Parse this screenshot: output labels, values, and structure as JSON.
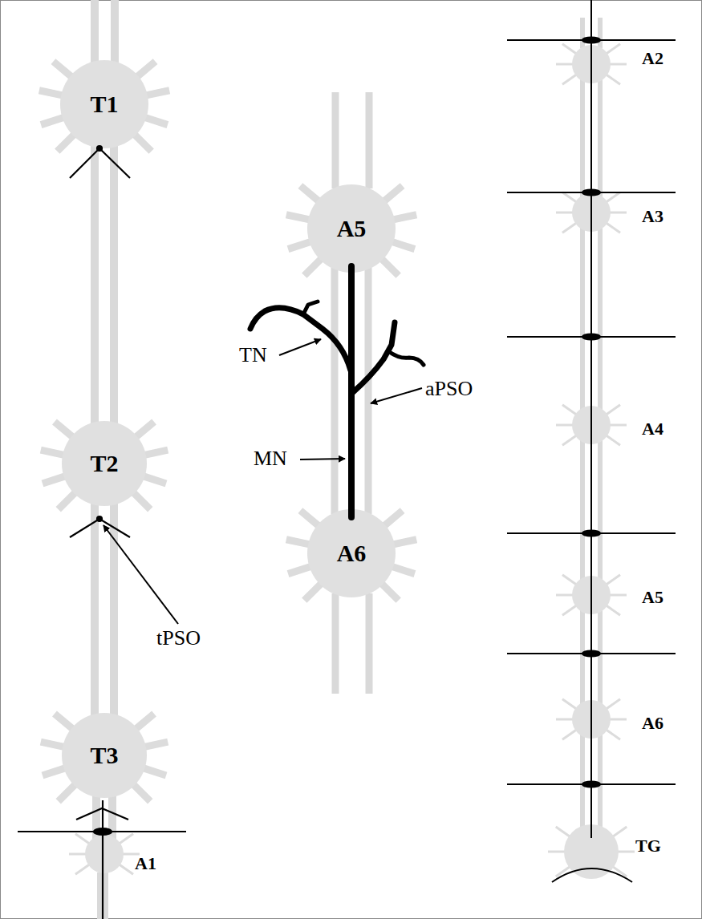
{
  "diagram": {
    "nodes": [
      {
        "text": [
          "T1"
        ]
      },
      {
        "text": [
          "T2"
        ]
      },
      {
        "text": [
          "T3"
        ]
      },
      {
        "text": [
          "A1"
        ]
      },
      {
        "text": [
          "A5"
        ]
      },
      {
        "text": [
          "A6"
        ]
      },
      {
        "text": [
          "A2"
        ]
      },
      {
        "text": [
          "A3"
        ]
      },
      {
        "text": [
          "A4"
        ]
      },
      {
        "text": [
          "A5"
        ]
      },
      {
        "text": [
          "A6"
        ]
      },
      {
        "text": [
          "TG"
        ]
      }
    ],
    "edges": [
      {
        "from": 0,
        "to": 1,
        "arrow": "none"
      },
      {
        "from": 1,
        "to": 2,
        "arrow": "none"
      },
      {
        "from": 2,
        "to": 3,
        "arrow": "none"
      },
      {
        "from": 4,
        "to": 5,
        "arrow": "none"
      },
      {
        "from": 6,
        "to": 7,
        "arrow": "none"
      },
      {
        "from": 7,
        "to": 8,
        "arrow": "none"
      },
      {
        "from": 8,
        "to": 9,
        "arrow": "none"
      },
      {
        "from": 9,
        "to": 10,
        "arrow": "none"
      },
      {
        "from": 10,
        "to": 11,
        "arrow": "none"
      }
    ],
    "labels": [
      "TN",
      "MN",
      "aPSO",
      "tPSO"
    ]
  }
}
